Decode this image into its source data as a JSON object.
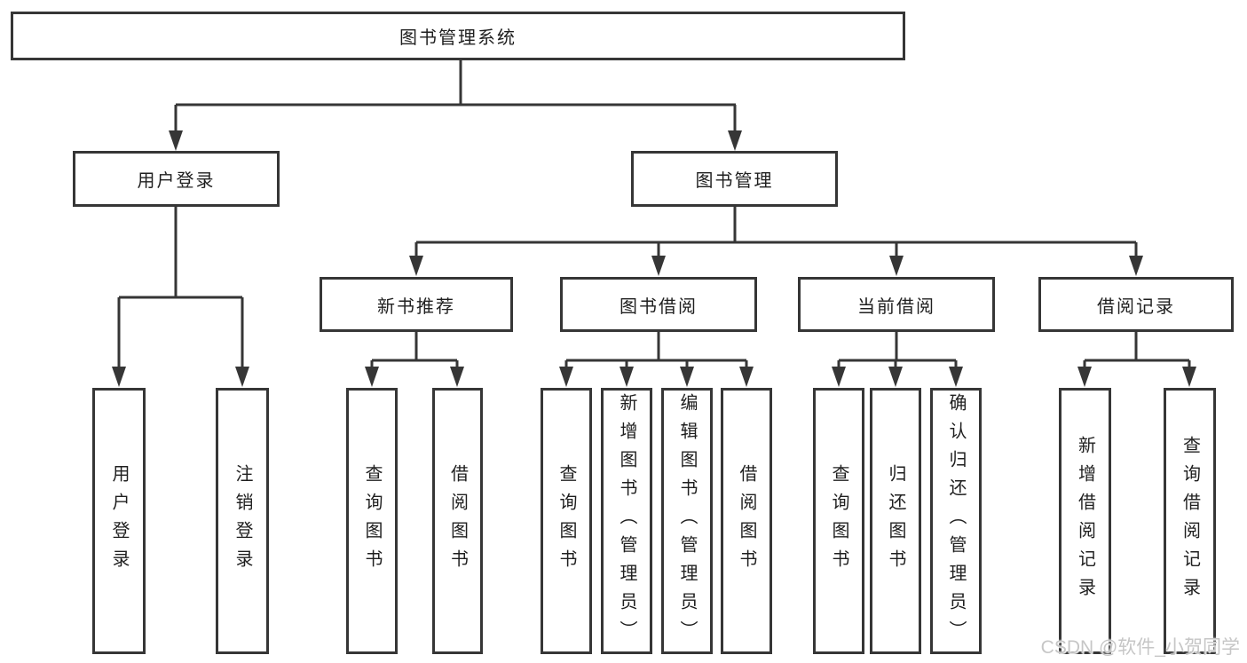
{
  "page": {
    "background": "#ffffff"
  },
  "diagram": {
    "type": "tree",
    "line_color": "#363636",
    "box_border_color": "#363636",
    "box_background": "#ffffff",
    "text_color": "#1f1f1f",
    "tree": {
      "label": "图书管理系统",
      "children": [
        {
          "label": "用户登录",
          "children": [
            {
              "label": "用户登录"
            },
            {
              "label": "注销登录"
            }
          ]
        },
        {
          "label": "图书管理",
          "children": [
            {
              "label": "新书推荐",
              "children": [
                {
                  "label": "查询图书"
                },
                {
                  "label": "借阅图书"
                }
              ]
            },
            {
              "label": "图书借阅",
              "children": [
                {
                  "label": "查询图书"
                },
                {
                  "label": "新增图书（管理员）"
                },
                {
                  "label": "编辑图书（管理员）"
                },
                {
                  "label": "借阅图书"
                }
              ]
            },
            {
              "label": "当前借阅",
              "children": [
                {
                  "label": "查询图书"
                },
                {
                  "label": "归还图书"
                },
                {
                  "label": "确认归还（管理员）"
                }
              ]
            },
            {
              "label": "借阅记录",
              "children": [
                {
                  "label": "新增借阅记录"
                },
                {
                  "label": "查询借阅记录"
                }
              ]
            }
          ]
        }
      ]
    }
  },
  "watermark": {
    "text": "CSDN @软件_小贺同学",
    "color": "#c6c6c6"
  }
}
